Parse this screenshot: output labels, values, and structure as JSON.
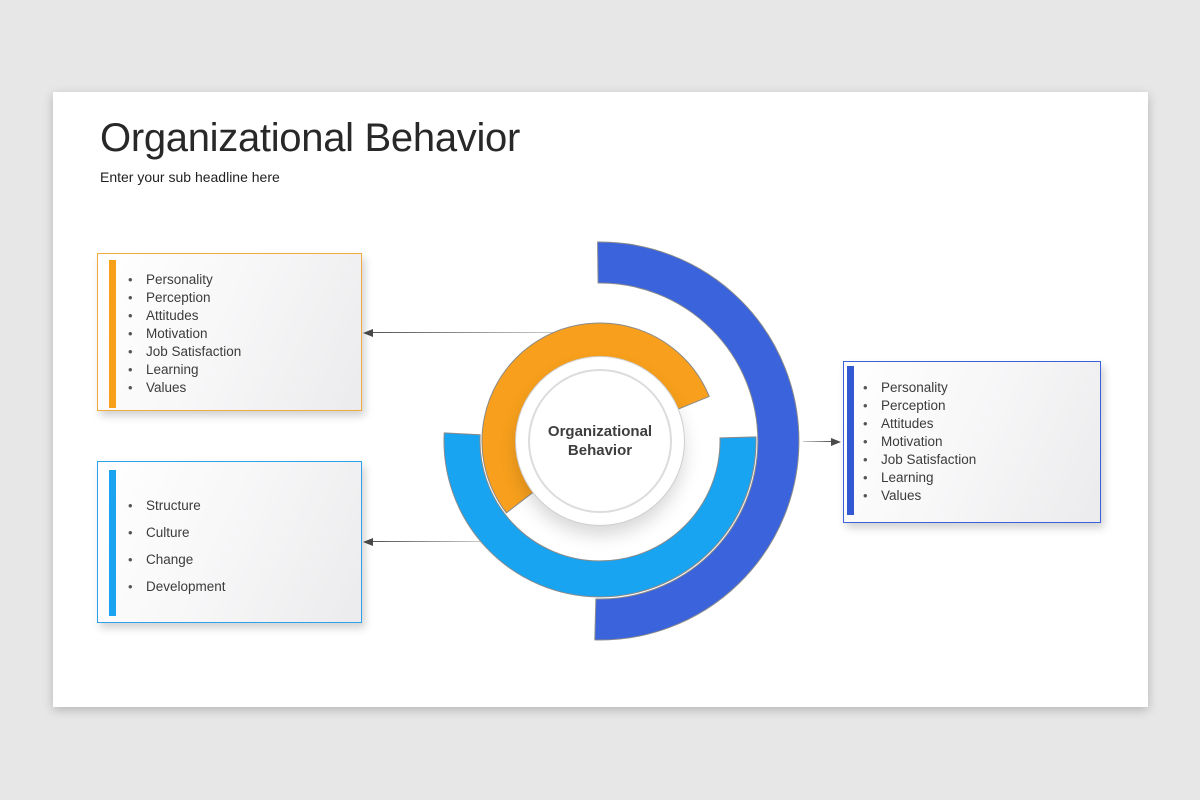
{
  "slide": {
    "title": "Organizational Behavior",
    "subtitle": "Enter your sub headline here"
  },
  "boxes": [
    {
      "name": "individual-factors-box",
      "accent_bar": "#F9A01B",
      "accent_border": "#F2A93F",
      "items": [
        "Personality",
        "Perception",
        "Attitudes",
        "Motivation",
        "Job Satisfaction",
        "Learning",
        "Values"
      ]
    },
    {
      "name": "organization-factors-box",
      "accent_bar": "#18A4F0",
      "accent_border": "#2BA2EB",
      "items": [
        "Structure",
        "Culture",
        "Change",
        "Development"
      ]
    },
    {
      "name": "outcome-factors-box",
      "accent_bar": "#3358D4",
      "accent_border": "#3A62D8",
      "items": [
        "Personality",
        "Perception",
        "Attitudes",
        "Motivation",
        "Job Satisfaction",
        "Learning",
        "Values"
      ]
    }
  ],
  "diagram": {
    "center_label_line1": "Organizational",
    "center_label_line2": "Behavior",
    "outline_color": "#8a8a8a",
    "rings": [
      {
        "name": "ring-orange",
        "color": "#F8A01D",
        "r_inner": 77,
        "r_outer": 118,
        "angle_start": 142.5,
        "angle_end": 337.8
      },
      {
        "name": "ring-azure",
        "color": "#18A4F0",
        "r_inner": 120,
        "r_outer": 156,
        "angle_start": -1.5,
        "angle_end": 183
      },
      {
        "name": "ring-royal",
        "color": "#3A63DC",
        "r_inner": 158,
        "r_outer": 199,
        "angle_start": -90.7,
        "angle_end": 91.5
      }
    ]
  },
  "colors": {
    "page_background": "#e8e7e8",
    "slide_background": "#ffffff"
  }
}
